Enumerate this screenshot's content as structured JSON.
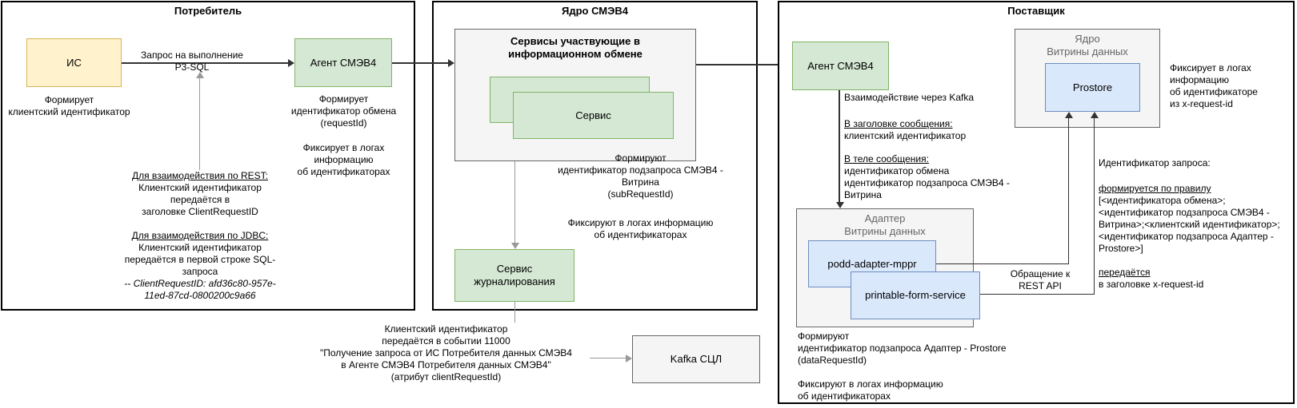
{
  "panels": {
    "consumer": {
      "title": "Потребитель",
      "is_label": "ИС",
      "agent_label": "Агент СМЭВ4",
      "edge_label": "Запрос на выполнение\nР3-SQL",
      "is_note": "Формирует\nклиентский идентификатор",
      "agent_note_1": "Формирует\nидентификатор обмена\n(requestId)",
      "agent_note_2": "Фиксирует в логах\nинформацию\nоб идентификаторах",
      "rest_heading": "Для взаимодействия по REST:",
      "rest_body": "Клиентский идентификатор\nпередаётся в\nзаголовке ClientRequestID",
      "jdbc_heading": "Для взаимодействия по JDBC:",
      "jdbc_body": "Клиентский идентификатор\nпередаётся в первой строке SQL-\nзапроса",
      "jdbc_comment": "-- ClientRequestID: afd36c80-957e-\n11ed-87cd-0800200c9a66"
    },
    "core": {
      "title": "Ядро СМЭВ4",
      "services_title": "Сервисы участвующие в\nинформационном обмене",
      "service_label": "Сервис",
      "logging_label": "Сервис\nжурналирования",
      "note_subrequest": "Формируют\nидентификатор подзапроса СМЭВ4 -\nВитрина\n(subRequestId)",
      "note_logs": "Фиксируют в логах информацию\nоб идентификаторах",
      "event_note": "Клиентский идентификатор\nпередаётся в событии 11000\n\"Получение запроса от ИС Потребителя данных СМЭВ4\nв Агенте СМЭВ4 Потребителя данных СМЭВ4\"\n(атрибут clientRequestId)",
      "kafka_label": "Kafka СЦЛ"
    },
    "provider": {
      "title": "Поставщик",
      "agent_label": "Агент СМЭВ4",
      "kafka_note": "Взаимодействие через Kafka",
      "msg_header_heading": "В заголовке сообщения:",
      "msg_header_body": "клиентский идентификатор",
      "msg_body_heading": "В теле сообщения:",
      "msg_body_body": "идентификатор обмена\nидентификатор подзапроса СМЭВ4 - Витрина",
      "core_title": "Ядро\nВитрины данных",
      "prostore_label": "Prostore",
      "prostore_note": "Фиксирует в логах\nинформацию\nоб идентификаторе\nиз x-request-id",
      "adapter_title": "Адаптер\nВитрины данных",
      "podd_label": "podd-adapter-mppr",
      "printable_label": "printable-form-service",
      "rest_api_label": "Обращение к\nREST API",
      "adapter_note_1": "Формируют\nидентификатор подзапроса Адаптер - Prostore\n(dataRequestId)",
      "adapter_note_2": "Фиксируют в логах информацию\nоб идентификаторах",
      "request_id_heading": "Идентификатор запроса:",
      "rule_heading": "формируется по правилу",
      "rule_body": "[<идентификатора обмена>;\n<идентификатор подзапроса СМЭВ4 -\nВитрина>;<клиентский идентификатор>;\n<идентификатор подзапроса Адаптер -\nProstore>]",
      "pass_heading": "передаётся",
      "pass_body": "в заголовке x-request-id"
    }
  },
  "colors": {
    "yellow_fill": "#fff2cc",
    "yellow_border": "#d6b656",
    "green_fill": "#d5e8d4",
    "green_border": "#82b366",
    "blue_fill": "#dae8fc",
    "blue_border": "#6c8ebf",
    "gray_fill": "#f5f5f5",
    "gray_border": "#666666"
  }
}
